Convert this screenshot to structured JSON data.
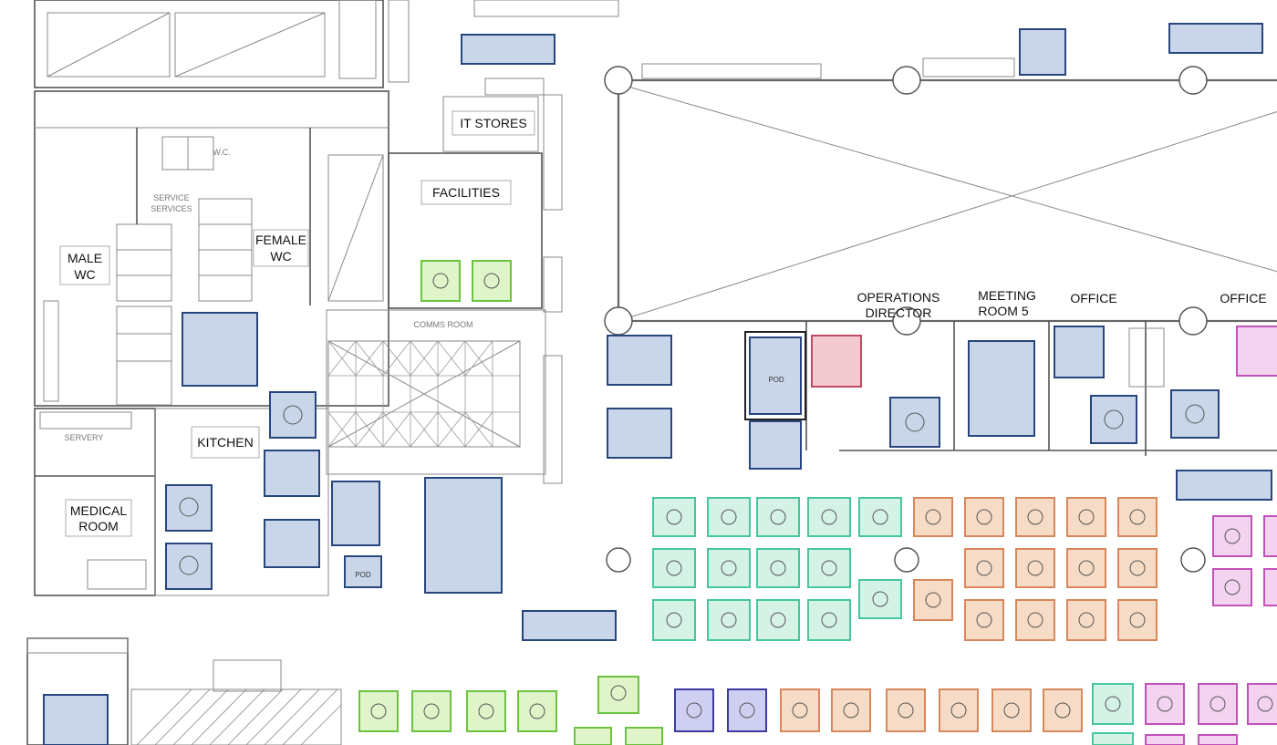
{
  "rooms": {
    "it_stores": "IT STORES",
    "facilities": "FACILITIES",
    "male_wc_1": "MALE",
    "male_wc_2": "WC",
    "female_wc_1": "FEMALE",
    "female_wc_2": "WC",
    "kitchen": "KITCHEN",
    "medical_1": "MEDICAL",
    "medical_2": "ROOM",
    "servery": "SERVERY",
    "comms_room": "COMMS ROOM",
    "services_1": "SERVICE",
    "services_2": "SERVICES",
    "wc_small": "W.C.",
    "ops_director_1": "OPERATIONS",
    "ops_director_2": "DIRECTOR",
    "meeting_room_1": "MEETING",
    "meeting_room_2": "ROOM 5",
    "office_1": "OFFICE",
    "office_2": "OFFICE",
    "pod_1": "POD",
    "pod_2": "POD"
  },
  "colors": {
    "furniture": "#c9d6ea",
    "green_zone": "#47c79a",
    "orange_zone": "#d9875a",
    "purple_zone": "#c052b9",
    "lime_zone": "#6cc33d",
    "navy_zone": "#3a3aa0"
  }
}
